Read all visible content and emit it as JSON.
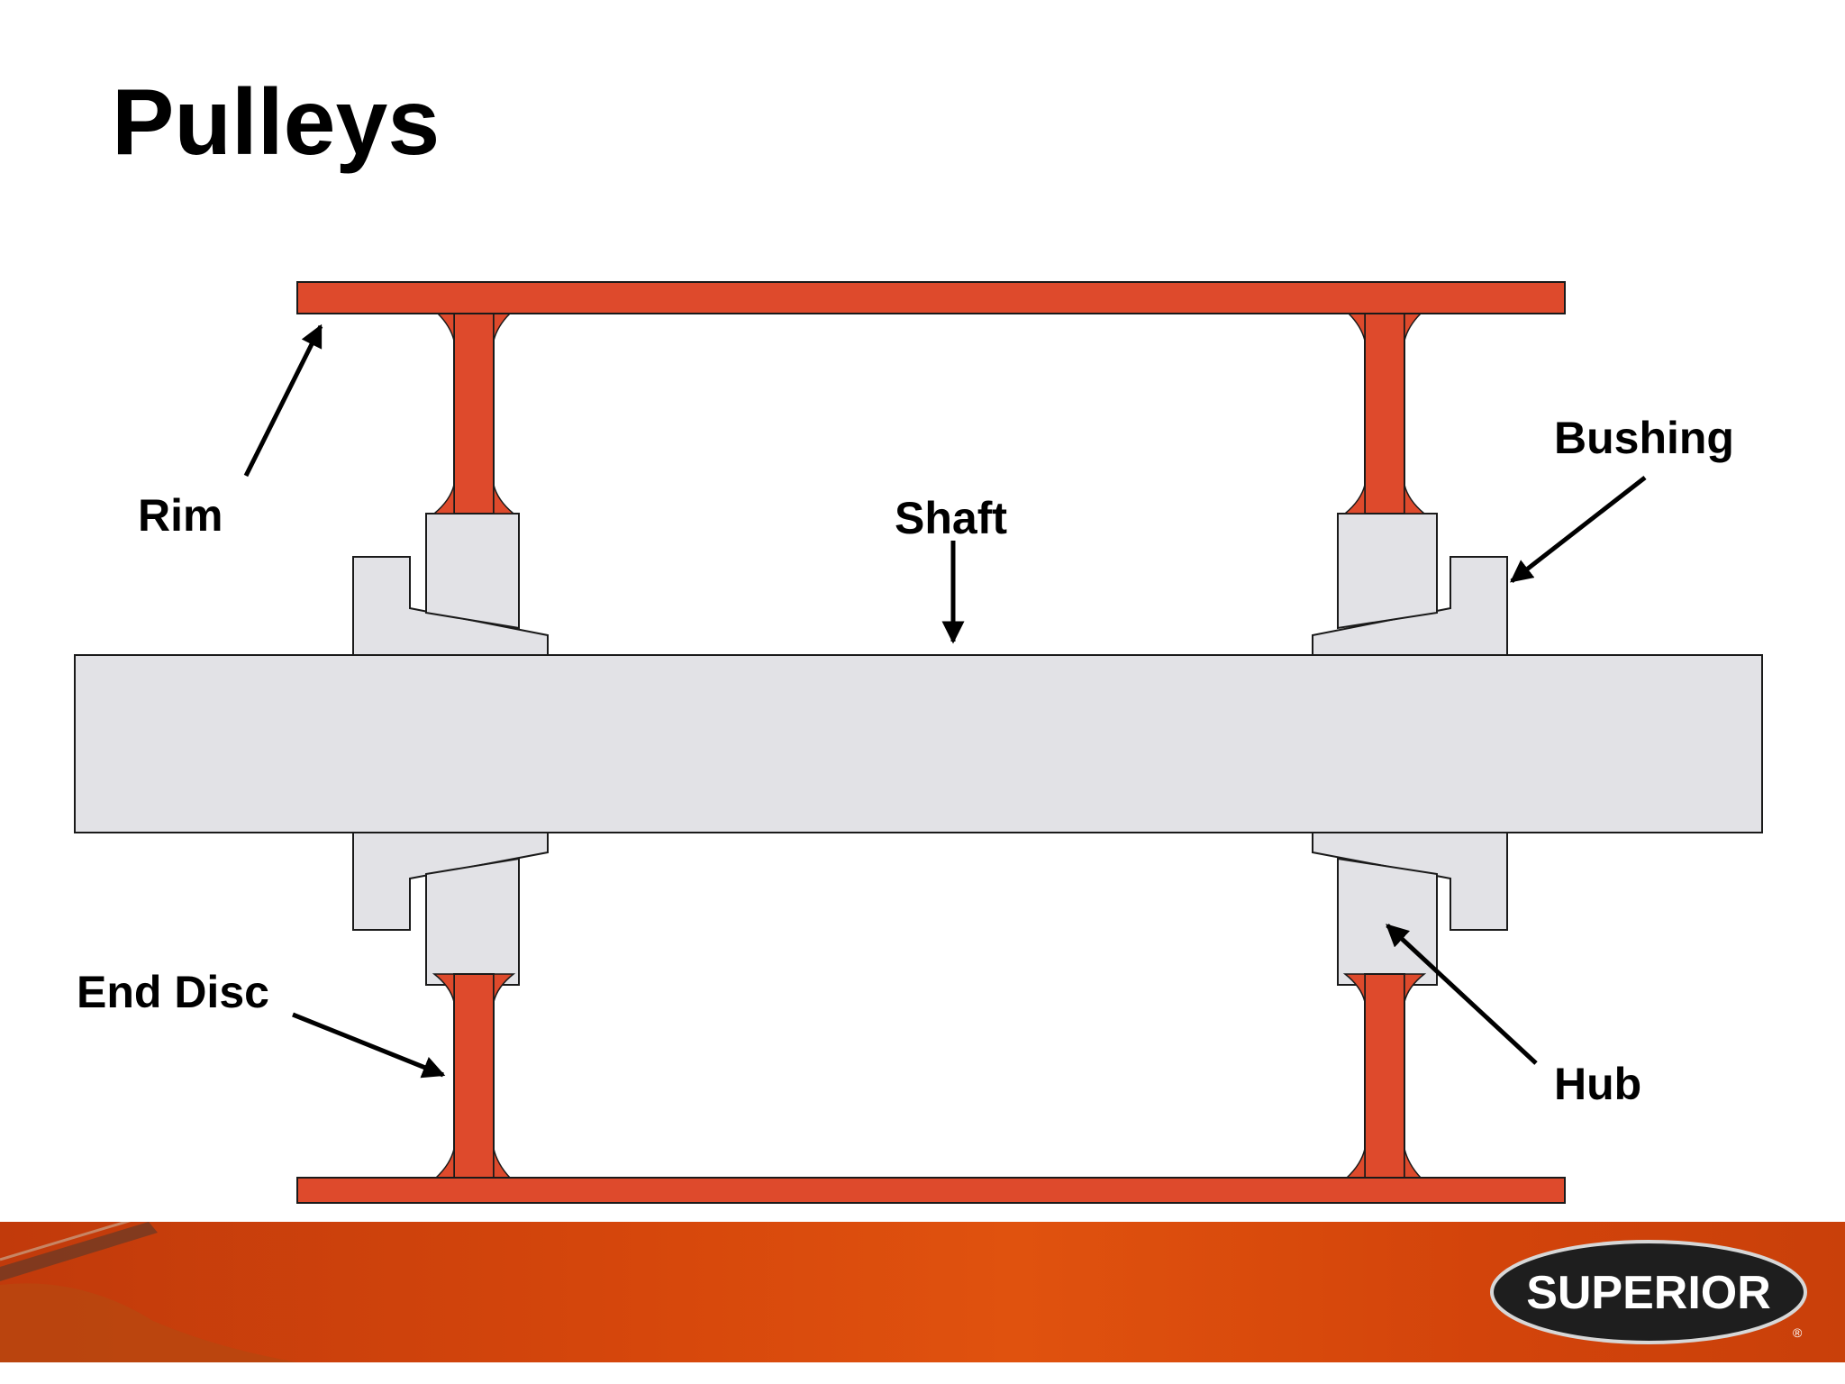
{
  "title": "Pulleys",
  "labels": {
    "rim": "Rim",
    "shaft": "Shaft",
    "bushing": "Bushing",
    "end_disc": "End Disc",
    "hub": "Hub"
  },
  "logo": {
    "text": "SUPERIOR",
    "mark": "®"
  },
  "colors": {
    "rim_and_disc": "#de4a2c",
    "metal_parts": "#e2e2e6",
    "outline": "#1a1a1a",
    "footer": "#d9490c"
  }
}
